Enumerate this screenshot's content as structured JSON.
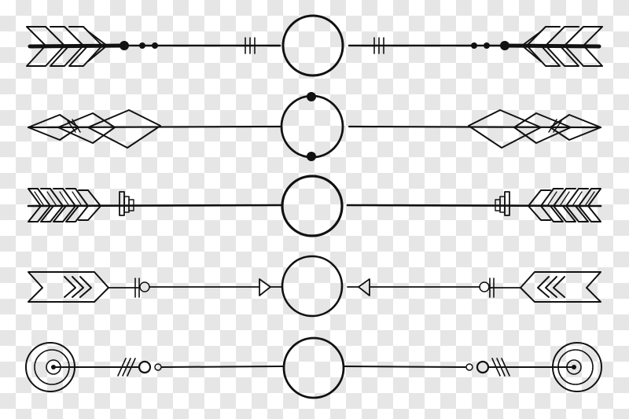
{
  "background": {
    "style": "transparency-checkerboard",
    "light_color": "#ffffff",
    "dark_color": "#e6e6e6"
  },
  "ink_color": "#111111",
  "dividers": [
    {
      "index": 1,
      "motif": "chevron-fletching-arrows-with-dots",
      "center": "ring"
    },
    {
      "index": 2,
      "motif": "kite-diamond-arrowheads",
      "center": "ring-with-two-beads"
    },
    {
      "index": 3,
      "motif": "hatched-chevron-arrows-with-tick-box",
      "center": "ring"
    },
    {
      "index": 4,
      "motif": "outlined-arrow-tails-with-triangles",
      "center": "ring"
    },
    {
      "index": 5,
      "motif": "spiral-target-ends-with-hatching",
      "center": "ring"
    }
  ]
}
